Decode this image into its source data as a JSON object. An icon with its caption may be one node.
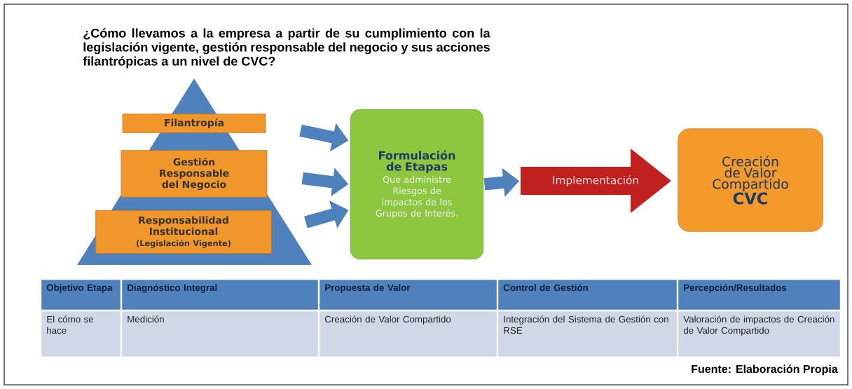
{
  "diagram": {
    "title": "¿Cómo llevamos a la empresa a partir de su cumplimiento con la legislación vigente, gestión responsable del negocio y sus acciones filantrópicas a un nivel de CVC?",
    "caption": "Fuente: Elaboración Propia",
    "nodes": [
      {
        "text": [
          "Filantropía"
        ]
      },
      {
        "text": [
          "Gestión Responsable del Negocio"
        ]
      },
      {
        "text": [
          "Responsabilidad Institucional",
          "(Legislación Vigente)"
        ]
      },
      {
        "text": [
          "Formulación de Etapas",
          "Que administre Riesgos de impactos de los Grupos de Interés."
        ]
      },
      {
        "text": [
          "Implementación"
        ]
      },
      {
        "text": [
          "Creación de Valor Compartido",
          "CVC"
        ]
      }
    ],
    "edges": [
      {
        "from": 0,
        "to": 3,
        "arrow": "to"
      },
      {
        "from": 1,
        "to": 3,
        "arrow": "to"
      },
      {
        "from": 2,
        "to": 3,
        "arrow": "to"
      },
      {
        "from": 3,
        "to": 4,
        "arrow": "to"
      }
    ],
    "labels": [
      "Objetivo Etapa",
      "Diagnóstico Integral",
      "Propuesta de Valor",
      "Control de Gestión",
      "Percepción/Resultados",
      "El cómo se hace",
      "Medición",
      "Creación de Valor Compartido",
      "Integración del Sistema de Gestión con RSE",
      "Valoración de impactos de Creación de Valor Compartido"
    ]
  }
}
